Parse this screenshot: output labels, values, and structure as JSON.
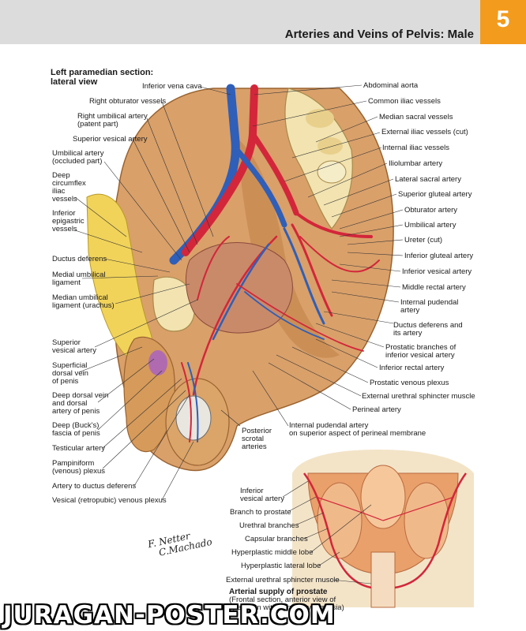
{
  "header": {
    "title": "Arteries and Veins of Pelvis: Male",
    "plate_number": "5"
  },
  "main": {
    "section_heading": [
      "Left paramedian section:",
      "lateral view"
    ],
    "labels_right": [
      "Abdominal aorta",
      "Common iliac vessels",
      "Median sacral vessels",
      "External iliac vessels (cut)",
      "Internal iliac vessels",
      "Iliolumbar artery",
      "Lateral sacral artery",
      "Superior gluteal artery",
      "Obturator artery",
      "Umbilical artery",
      "Ureter (cut)",
      "Inferior gluteal artery",
      "Inferior vesical artery",
      "Middle rectal artery",
      "Internal pudendal",
      "artery",
      "Ductus deferens and",
      "its artery",
      "Prostatic branches of",
      "inferior vesical artery",
      "Inferior rectal artery",
      "Prostatic venous plexus",
      "External urethral sphincter muscle",
      "Perineal artery"
    ],
    "labels_left": [
      "Inferior vena cava",
      "Right obturator vessels",
      "Right umbilical artery",
      "(patent part)",
      "Superior vesical artery",
      "Umbilical artery",
      "(occluded part)",
      "Deep",
      "circumflex",
      "iliac",
      "vessels",
      "Inferior",
      "epigastric",
      "vessels",
      "Ductus deferens",
      "Medial umbilical",
      "ligament",
      "Median umbilical",
      "ligament (urachus)",
      "Superior",
      "vesical artery",
      "Superficial",
      "dorsal vein",
      "of penis",
      "Deep dorsal vein",
      "and dorsal",
      "artery of penis",
      "Deep (Buck's)",
      "fascia of penis",
      "Testicular artery",
      "Pampiniform",
      "(venous) plexus",
      "Artery to ductus deferens",
      "Vesical (retropubic) venous plexus"
    ],
    "labels_bottom": [
      "Internal pudendal artery",
      "on superior aspect of perineal membrane",
      "Posterior",
      "scrotal",
      "arteries"
    ],
    "inset_labels": [
      "Inferior",
      "vesical artery",
      "Branch to prostate",
      "Urethral branches",
      "Capsular branches",
      "Hyperplastic middle lobe",
      "Hyperplastic lateral lobe",
      "External urethral sphincter muscle"
    ],
    "inset_caption": {
      "title": "Arterial supply of prostate",
      "line1": "(Frontal section, anterior view of",
      "line2": "specimen with benign hyperplasia)"
    }
  },
  "watermark": "JURAGAN-POSTER.COM",
  "colors": {
    "tab": "#f39b1d",
    "header_bar": "#dcdcdc",
    "artery": "#d3263a",
    "vein": "#2f5fb8",
    "tissue": "#d9a06a",
    "fat": "#f1d35a",
    "bone": "#f2e3b0"
  }
}
